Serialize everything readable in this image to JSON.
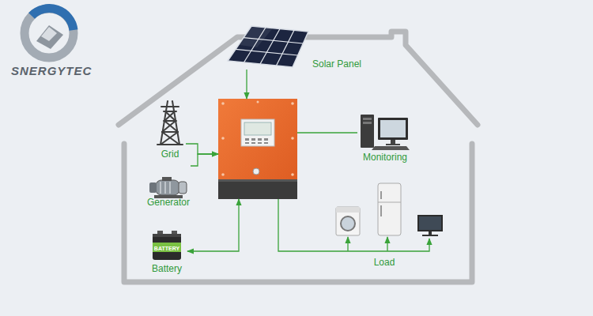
{
  "diagram": {
    "nodes": [
      {
        "text": [
          "Solar Panel"
        ]
      },
      {
        "text": [
          "Grid"
        ]
      },
      {
        "text": [
          "Generator"
        ]
      },
      {
        "text": []
      },
      {
        "text": [
          "Monitoring"
        ]
      },
      {
        "text": [
          "Battery"
        ]
      },
      {
        "text": [
          "Load"
        ]
      }
    ],
    "edges": [
      {
        "from": 0,
        "to": 3,
        "arrow": "to"
      },
      {
        "from": 1,
        "to": 3,
        "arrow": "to"
      },
      {
        "from": 2,
        "to": 3,
        "arrow": "to"
      },
      {
        "from": 3,
        "to": 4,
        "arrow": "none"
      },
      {
        "from": 3,
        "to": 5,
        "arrow": "both"
      },
      {
        "from": 3,
        "to": 6,
        "arrow": "to"
      }
    ],
    "labels": [
      "SNERGYTEC",
      "BATTERY"
    ]
  }
}
